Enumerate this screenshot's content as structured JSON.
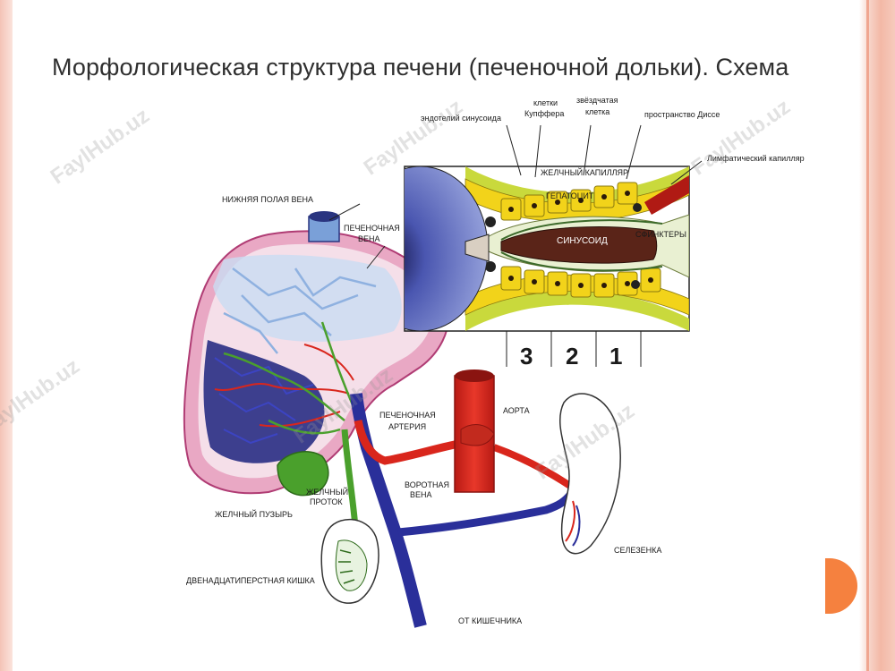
{
  "title": "Морфологическая структура печени (печеночной дольки). Схема",
  "labels": {
    "endothelium": "эндотелий синусоида",
    "kupffer_line1": "клетки",
    "kupffer_line2": "Купффера",
    "stellate_line1": "звёздчатая",
    "stellate_line2": "клетка",
    "disse": "пространство Диссе",
    "lymph": "Лимфатический капилляр",
    "bile_capillary": "ЖЕЛЧНЫЙ КАПИЛЛЯР",
    "hepatocyte": "ГЕПАТОЦИТ",
    "sinusoid": "СИНУСОИД",
    "sphincters": "СФИНКТЕРЫ",
    "ivc": "НИЖНЯЯ ПОЛАЯ ВЕНА",
    "hepatic_vein_line1": "ПЕЧЕНОЧНАЯ",
    "hepatic_vein_line2": "ВЕНА",
    "aorta": "АОРТА",
    "hepatic_artery_line1": "ПЕЧЕНОЧНАЯ",
    "hepatic_artery_line2": "АРТЕРИЯ",
    "portal_vein_line1": "ВОРОТНАЯ",
    "portal_vein_line2": "ВЕНА",
    "bile_duct_line1": "ЖЕЛЧНЫЙ",
    "bile_duct_line2": "ПРОТОК",
    "gallbladder": "ЖЕЛЧНЫЙ ПУЗЫРЬ",
    "duodenum": "ДВЕНАДЦАТИПЕРСТНАЯ КИШКА",
    "spleen": "СЕЛЕЗЕНКА",
    "from_intestine": "ОТ КИШЕЧНИКА"
  },
  "zones": [
    "3",
    "2",
    "1"
  ],
  "watermark": "FaylHub.uz",
  "colors": {
    "accent_orange": "#f5813f",
    "artery_red": "#d9261c",
    "vein_blue": "#2a2f9a",
    "bile_green": "#4aa02c",
    "hepatocyte_yellow": "#f2d31a"
  }
}
